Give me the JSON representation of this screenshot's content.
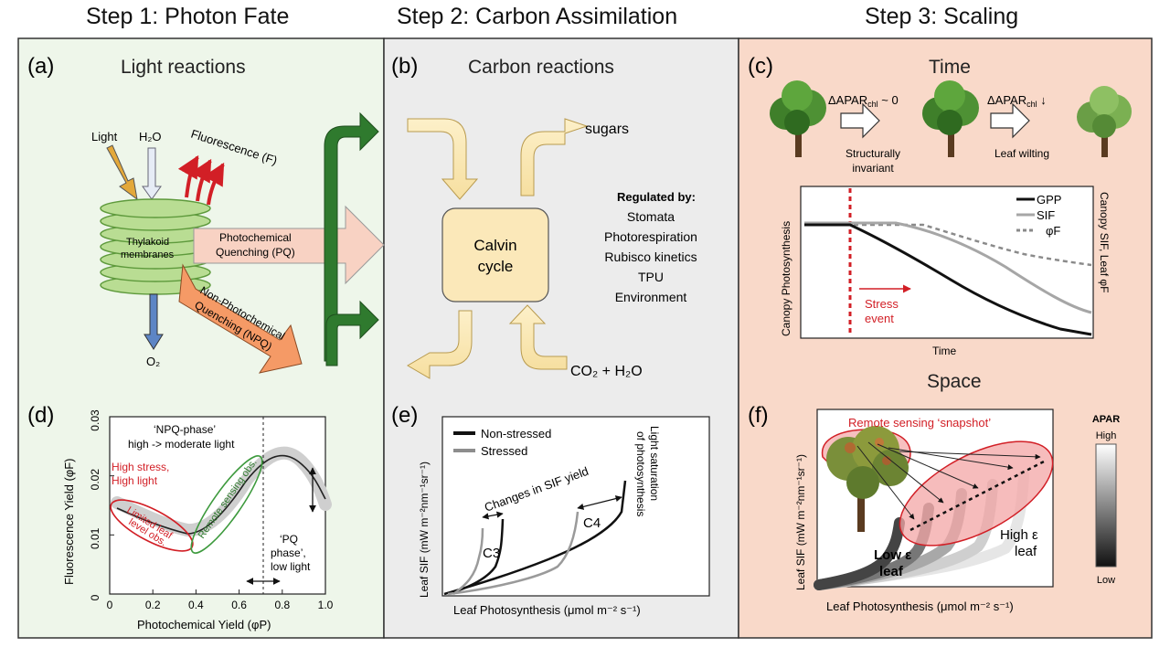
{
  "steps": {
    "s1": "Step 1: Photon Fate",
    "s2": "Step 2: Carbon Assimilation",
    "s3": "Step 3: Scaling"
  },
  "panel_a": {
    "letter": "(a)",
    "title": "Light reactions",
    "light": "Light",
    "water": "H₂O",
    "fluorescence": "Fluorescence (F)",
    "thylakoid_1": "Thylakoid",
    "thylakoid_2": "membranes",
    "pq_1": "Photochemical",
    "pq_2": "Quenching (PQ)",
    "npq_1": "Non-Photochemical",
    "npq_2": "Quenching (NPQ)",
    "oxygen": "O₂"
  },
  "panel_b": {
    "letter": "(b)",
    "title": "Carbon reactions",
    "calvin_1": "Calvin",
    "calvin_2": "cycle",
    "sugars": "sugars",
    "inputs": "CO₂ + H₂O",
    "regulated_by": "Regulated by:",
    "regulators": [
      "Stomata",
      "Photorespiration",
      "Rubisco kinetics",
      "TPU",
      "Environment"
    ]
  },
  "panel_c": {
    "letter": "(c)",
    "title": "Time",
    "delta1": "ΔAPAR",
    "delta1_sub": "chl",
    "delta1_tail": " ~ 0",
    "delta2": "ΔAPAR",
    "delta2_sub": "chl",
    "delta2_tail": " ↓",
    "caption1_1": "Structurally",
    "caption1_2": "invariant",
    "caption2": "Leaf wilting",
    "ylabel": "Canopy Photosynthesis",
    "ylabel_right": "Canopy SIF, Leaf φF",
    "xlabel": "Time",
    "stress_1": "Stress",
    "stress_2": "event",
    "legend": [
      "GPP",
      "SIF",
      "φF"
    ]
  },
  "panel_d": {
    "letter": "(d)",
    "ylabel": "Fluorescence Yield (φF)",
    "xlabel": "Photochemical Yield (φP)",
    "yticks": [
      "0",
      "0.01",
      "0.02",
      "0.03"
    ],
    "xticks": [
      "0",
      "0.2",
      "0.4",
      "0.6",
      "0.8",
      "1.0"
    ],
    "npq_phase_1": "‘NPQ-phase’",
    "npq_phase_2": "high -> moderate light",
    "high_stress_1": "High stress,",
    "high_stress_2": "High light",
    "limited_1": "Limited leaf",
    "limited_2": "level obs.",
    "remote_obs": "Remote sensing obs.",
    "pq_phase_1": "‘PQ",
    "pq_phase_2": "phase’,",
    "pq_phase_3": "low light"
  },
  "panel_e": {
    "letter": "(e)",
    "legend": [
      "Non-stressed",
      "Stressed"
    ],
    "changes": "Changes in SIF yield",
    "light_sat_1": "Light saturation",
    "light_sat_2": "of photosynthesis",
    "c3": "C3",
    "c4": "C4",
    "ylabel": "Leaf SIF (mW m⁻²nm⁻¹sr⁻¹)",
    "xlabel": "Leaf Photosynthesis (μmol m⁻² s⁻¹)"
  },
  "panel_f": {
    "letter": "(f)",
    "title": "Space",
    "snapshot": "Remote sensing ‘snapshot’",
    "high_eps_1": "High ε",
    "high_eps_2": "leaf",
    "low_eps_1": "Low ε",
    "low_eps_2": "leaf",
    "apar": "APAR",
    "apar_high": "High",
    "apar_low": "Low",
    "ylabel": "Leaf SIF (mW m⁻²nm⁻¹sr⁻¹)",
    "xlabel": "Leaf Photosynthesis (μmol m⁻² s⁻¹)"
  },
  "colors": {
    "panel1_bg": "#eef6ea",
    "panel2_bg": "#ececec",
    "panel3_bg": "#f9d9c9",
    "stress_red": "#d21f26",
    "pq_arrow": "#f8d2c3",
    "npq_arrow": "#f59a66",
    "thylakoid": "#b9dd93",
    "calvin_box": "#fbe8b9",
    "dark_green": "#2f7a2e"
  }
}
